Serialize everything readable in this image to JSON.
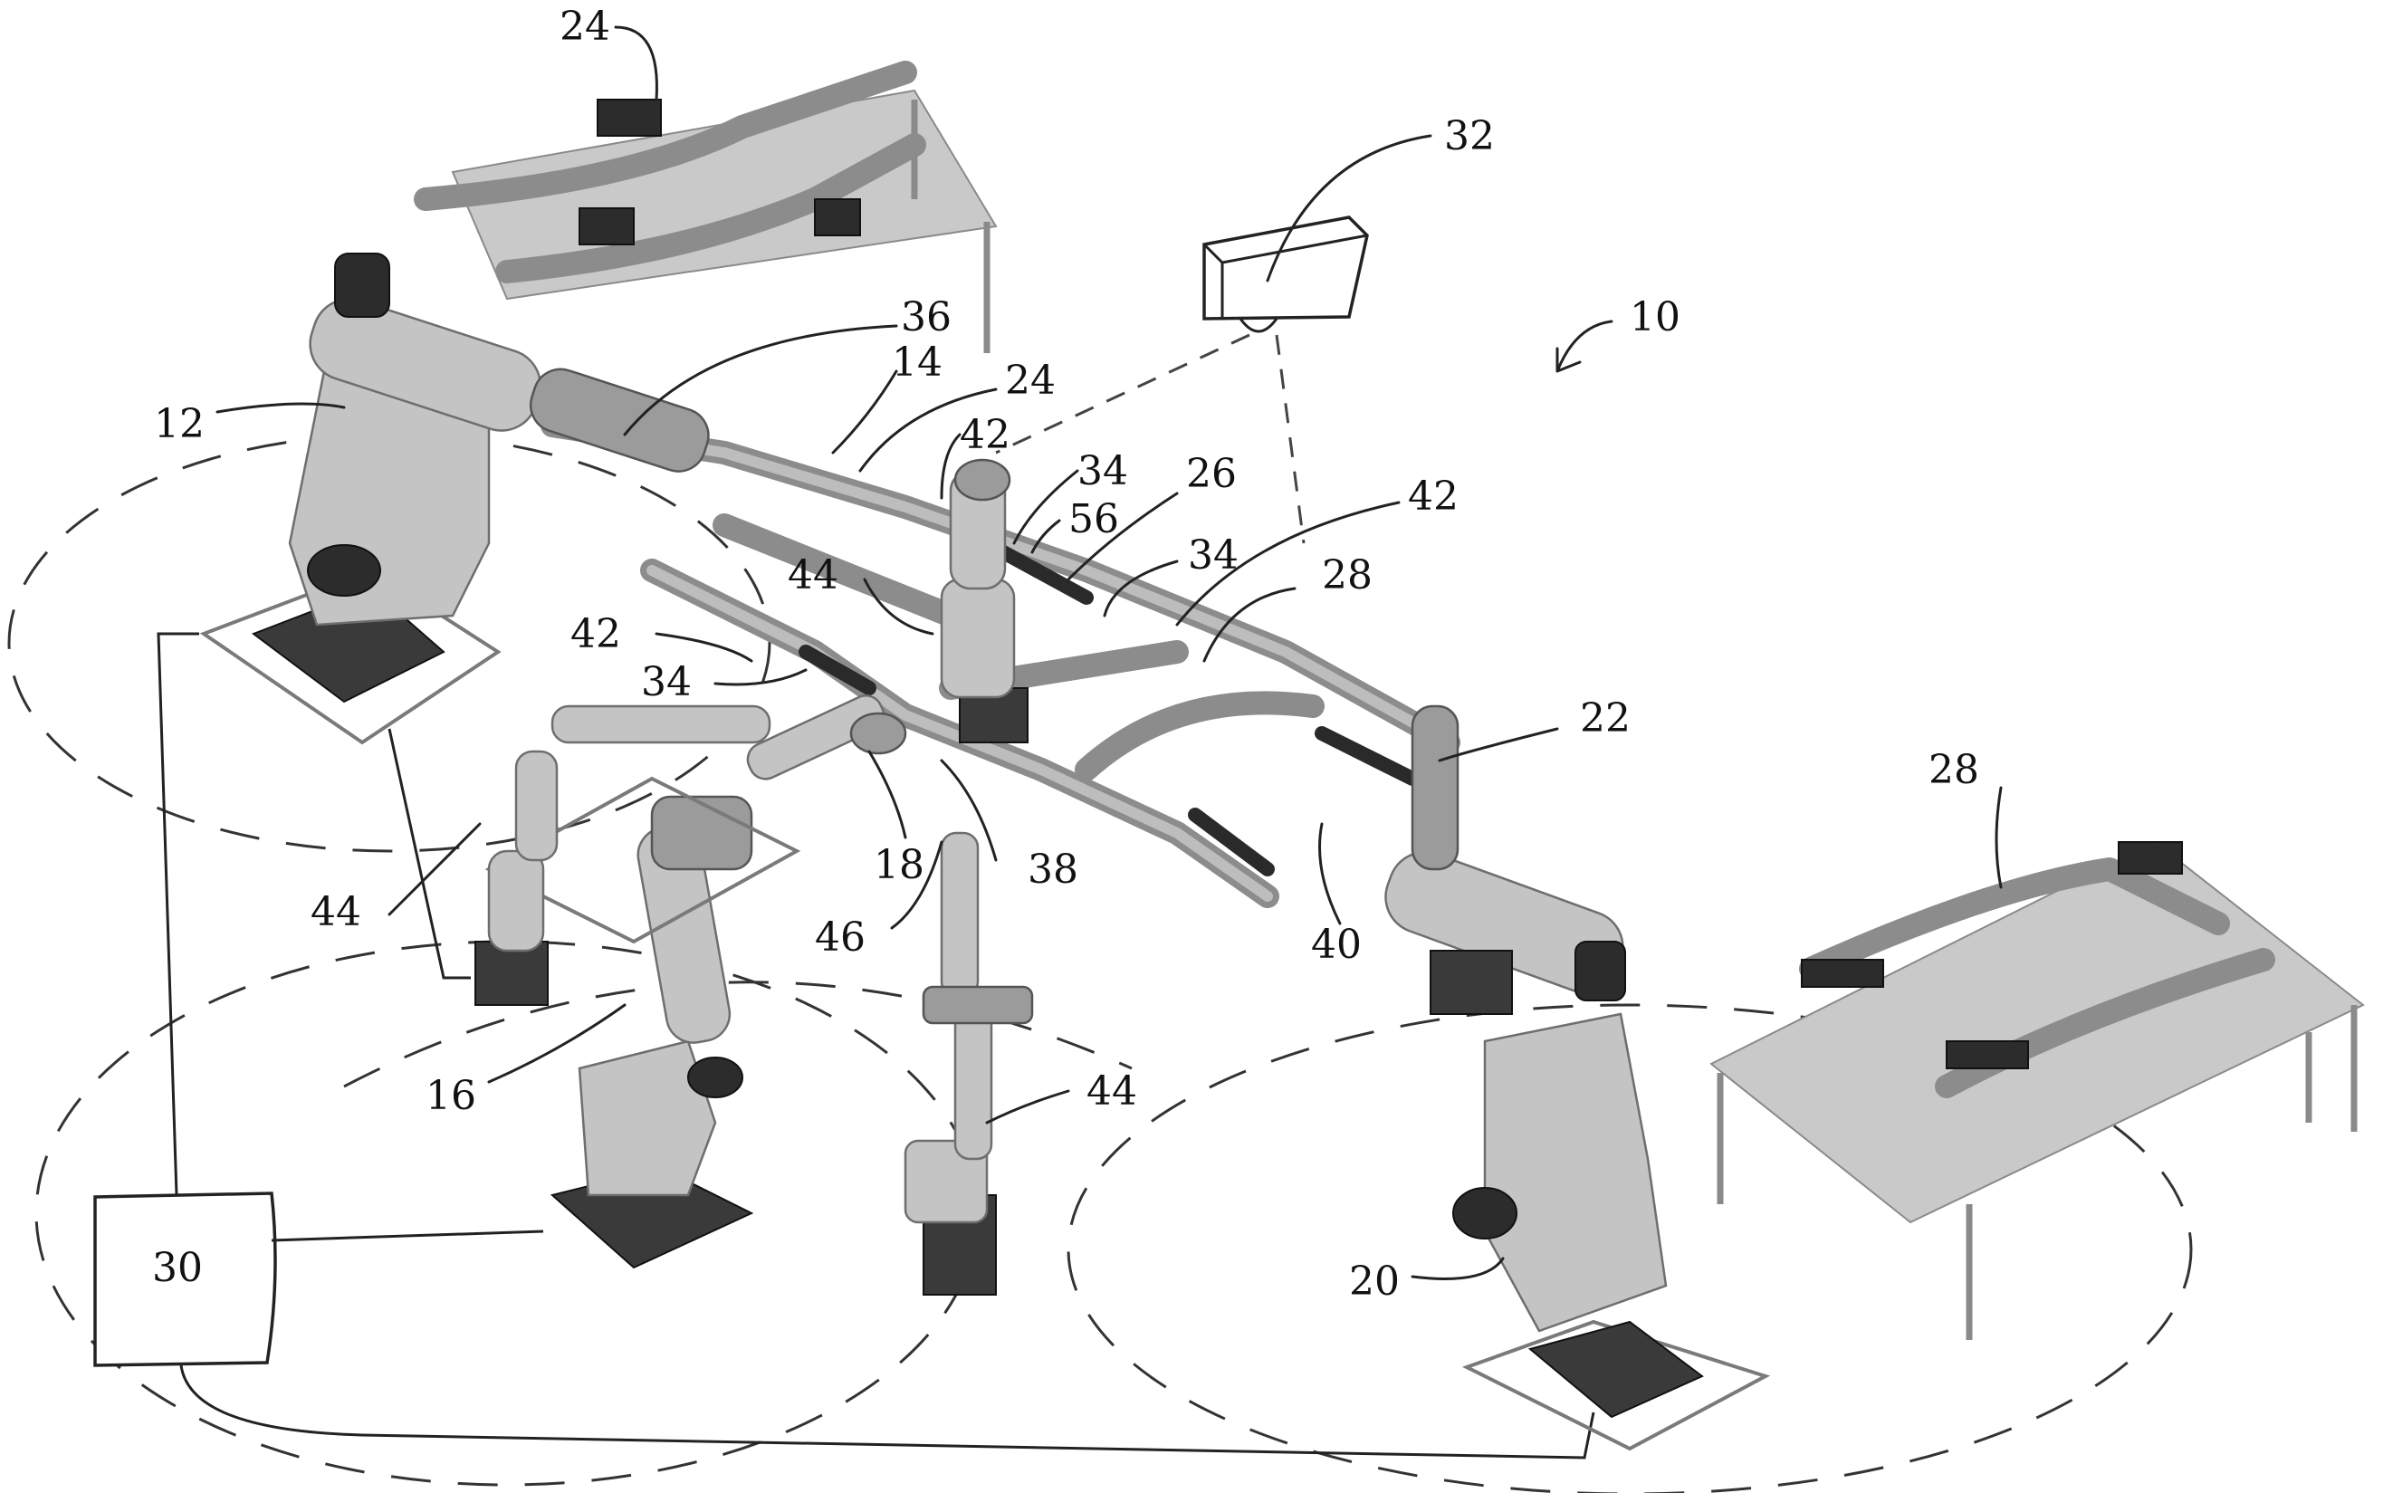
{
  "labels": {
    "l24a": "24",
    "l32": "32",
    "l10": "10",
    "l36": "36",
    "l14": "14",
    "l24b": "24",
    "l12": "12",
    "l42a": "42",
    "l34a": "34",
    "l26": "26",
    "l56": "56",
    "l42b": "42",
    "l44a": "44",
    "l34b": "34",
    "l28a": "28",
    "l42c": "42",
    "l34c": "34",
    "l22": "22",
    "l28b": "28",
    "l18": "18",
    "l38": "38",
    "l44b": "44",
    "l46": "46",
    "l40": "40",
    "l16": "16",
    "l44c": "44",
    "l30": "30",
    "l20": "20"
  }
}
